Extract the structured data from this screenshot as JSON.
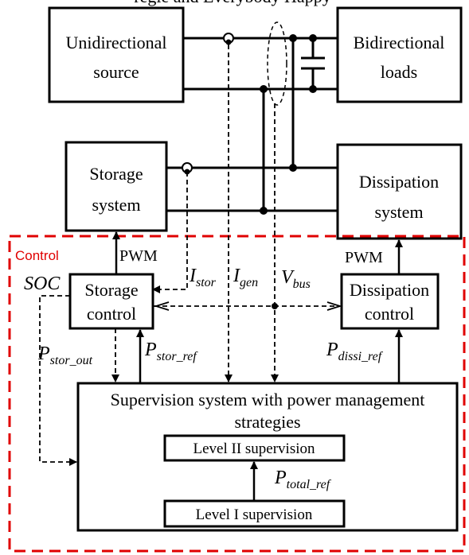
{
  "header_text": "regie and Everybody Happy",
  "blocks": {
    "unidirectional_source": [
      "Unidirectional",
      "source"
    ],
    "bidirectional_loads": [
      "Bidirectional",
      "loads"
    ],
    "storage_system": [
      "Storage",
      "system"
    ],
    "dissipation_system": [
      "Dissipation",
      "system"
    ],
    "storage_control": [
      "Storage",
      "control"
    ],
    "dissipation_control": [
      "Dissipation",
      "control"
    ],
    "supervision": [
      "Supervision system with power management",
      "strategies"
    ],
    "level2": "Level II supervision",
    "level1": "Level I supervision"
  },
  "control_label": "Control",
  "pwm_left": "PWM",
  "pwm_right": "PWM",
  "soc": "SOC",
  "signals": {
    "istor": {
      "main": "I",
      "sub": "stor"
    },
    "igen": {
      "main": "I",
      "sub": "gen"
    },
    "vbus": {
      "main": "V",
      "sub": "bus"
    },
    "pstor_out": {
      "main": "P",
      "sub": "stor_out"
    },
    "pstor_ref": {
      "main": "P",
      "sub": "stor_ref"
    },
    "pdissi_ref": {
      "main": "P",
      "sub": "dissi_ref"
    },
    "ptotal_ref": {
      "main": "P",
      "sub": "total_ref"
    }
  },
  "colors": {
    "control_border": "#e00000",
    "lines": "#000000"
  }
}
